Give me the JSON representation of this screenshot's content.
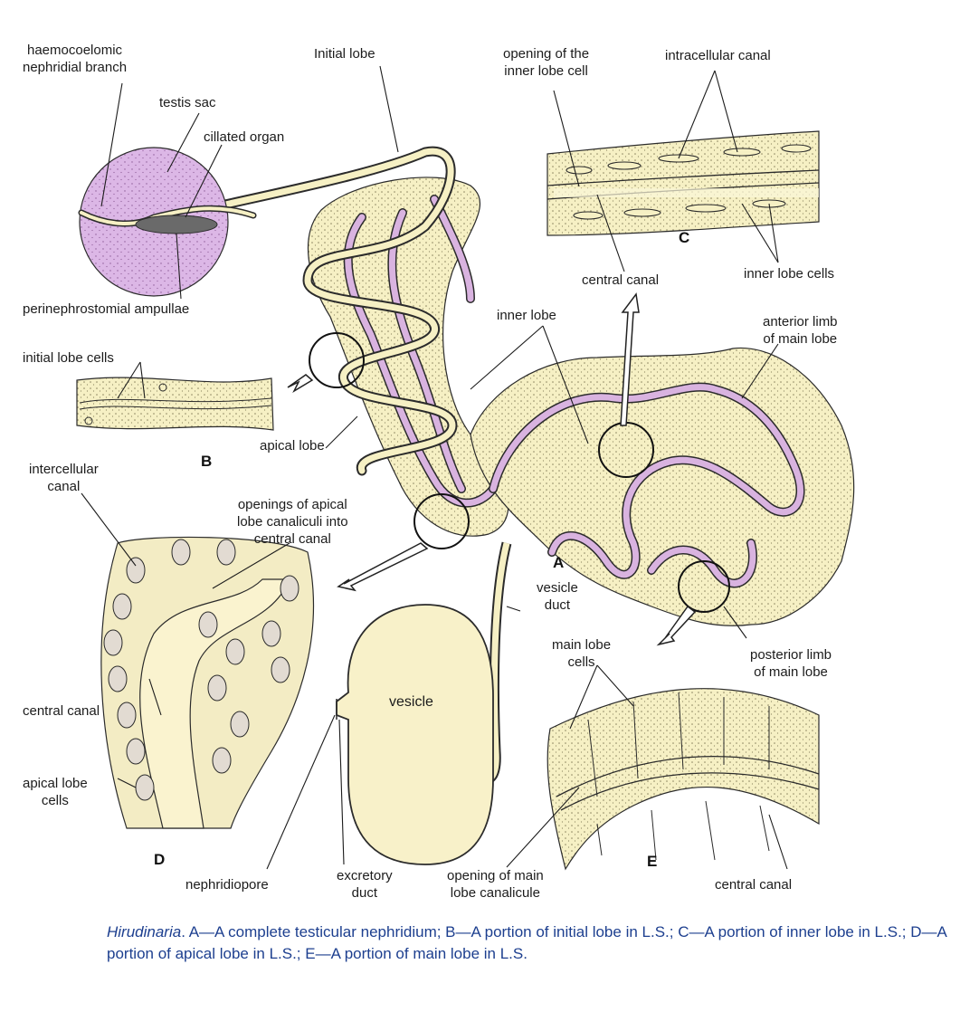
{
  "labels": {
    "haemocoelomic": "haemocoelomic\nnephridial branch",
    "testis_sac": "testis sac",
    "ciliated_organ": "cillated organ",
    "perinephrostomial": "perinephrostomial ampullae",
    "initial_lobe": "Initial lobe",
    "opening_inner_lobe_cell": "opening of the\ninner lobe cell",
    "intracellular_canal": "intracellular canal",
    "central_canal_c": "central canal",
    "inner_lobe_cells": "inner lobe cells",
    "inner_lobe": "inner lobe",
    "anterior_limb": "anterior limb\nof main lobe",
    "initial_lobe_cells": "initial lobe cells",
    "intercellular_canal": "intercellular\ncanal",
    "apical_lobe": "apical lobe",
    "openings_apical": "openings of apical\nlobe canaliculi into\ncentral canal",
    "vesicle_duct": "vesicle\nduct",
    "main_lobe_cells": "main lobe\ncells",
    "posterior_limb": "posterior limb\nof main lobe",
    "vesicle": "vesicle",
    "central_canal_d": "central canal",
    "apical_lobe_cells": "apical lobe\ncells",
    "nephridiopore": "nephridiopore",
    "excretory_duct": "excretory\nduct",
    "opening_main_lobe": "opening of main\nlobe canalicule",
    "central_canal_e": "central canal"
  },
  "letters": {
    "a": "A",
    "b": "B",
    "c": "C",
    "d": "D",
    "e": "E"
  },
  "caption": {
    "genus": "Hirudinaria",
    "text": ". A—A complete testicular nephridium; B—A portion of initial lobe in L.S.; C—A portion of inner lobe in L.S.; D—A portion of apical lobe in L.S.; E—A portion of main lobe in L.S."
  },
  "colors": {
    "tissue": "#f6f0c4",
    "canal": "#d9b3e0",
    "testis": "#dcb7e6",
    "outline": "#2b2b2b",
    "caption": "#1d3f8f"
  }
}
